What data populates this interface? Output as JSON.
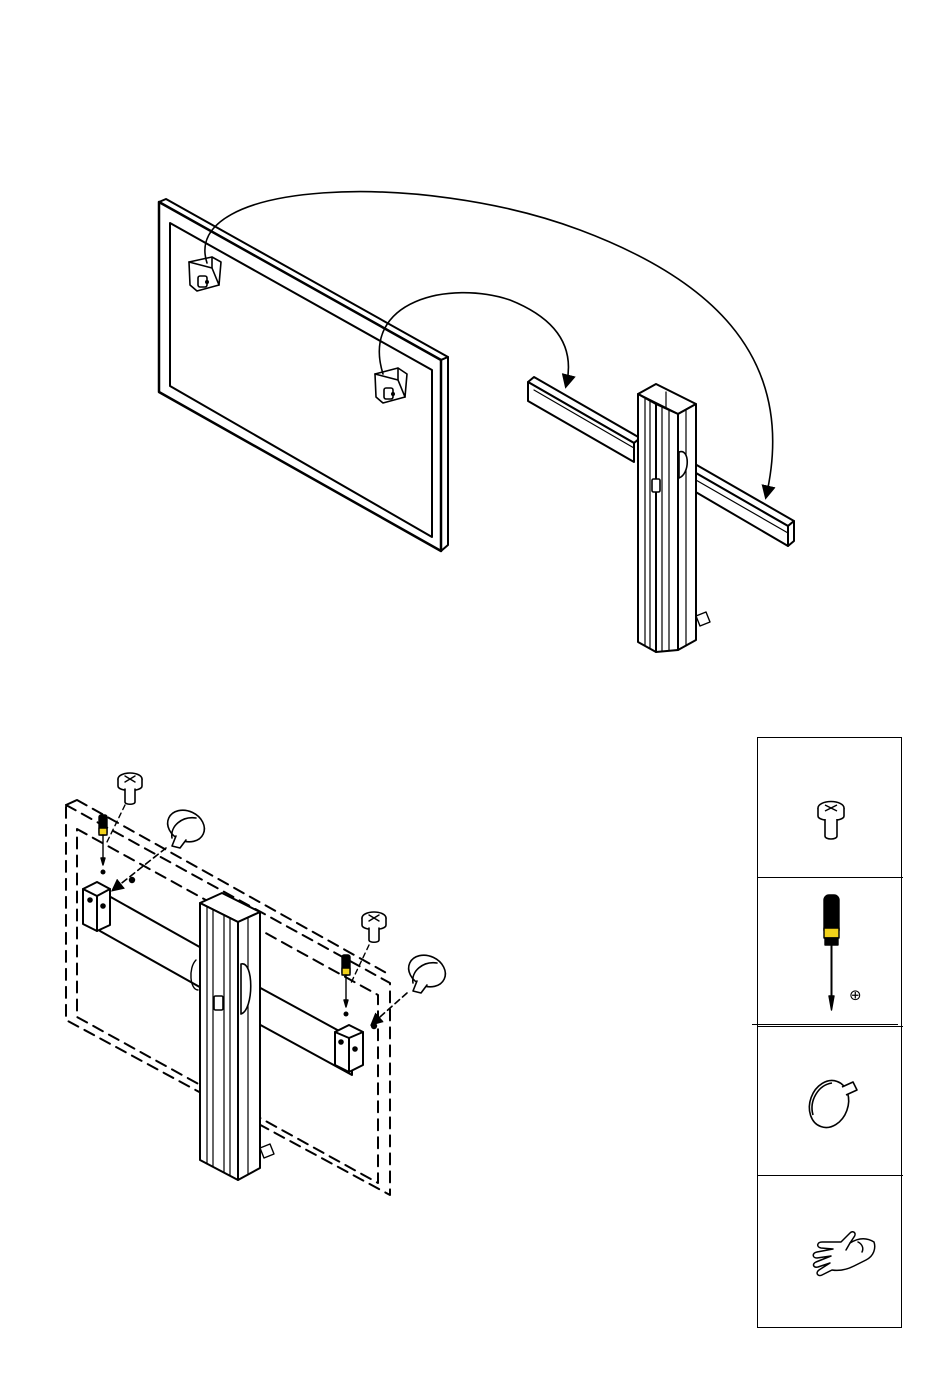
{
  "page": {
    "background": "#ffffff",
    "line_color": "#000000",
    "accent_color": "#f2d21b"
  },
  "figures": [
    {
      "id": "step-hang",
      "parts": [
        "display-frame",
        "hook-bracket",
        "hook-bracket",
        "upright-column",
        "cross-bar"
      ]
    },
    {
      "id": "step-secure",
      "parts": [
        "dashed-display-outline",
        "upright-column",
        "cross-bar",
        "pan-head-screw",
        "knob",
        "screwdriver"
      ]
    }
  ],
  "tool_panel": {
    "items": [
      {
        "icon": "pan-head-screw-icon"
      },
      {
        "icon": "phillips-screwdriver-icon",
        "symbol": "⊕"
      },
      {
        "icon": "knob-icon"
      },
      {
        "icon": "hand-icon"
      }
    ]
  }
}
